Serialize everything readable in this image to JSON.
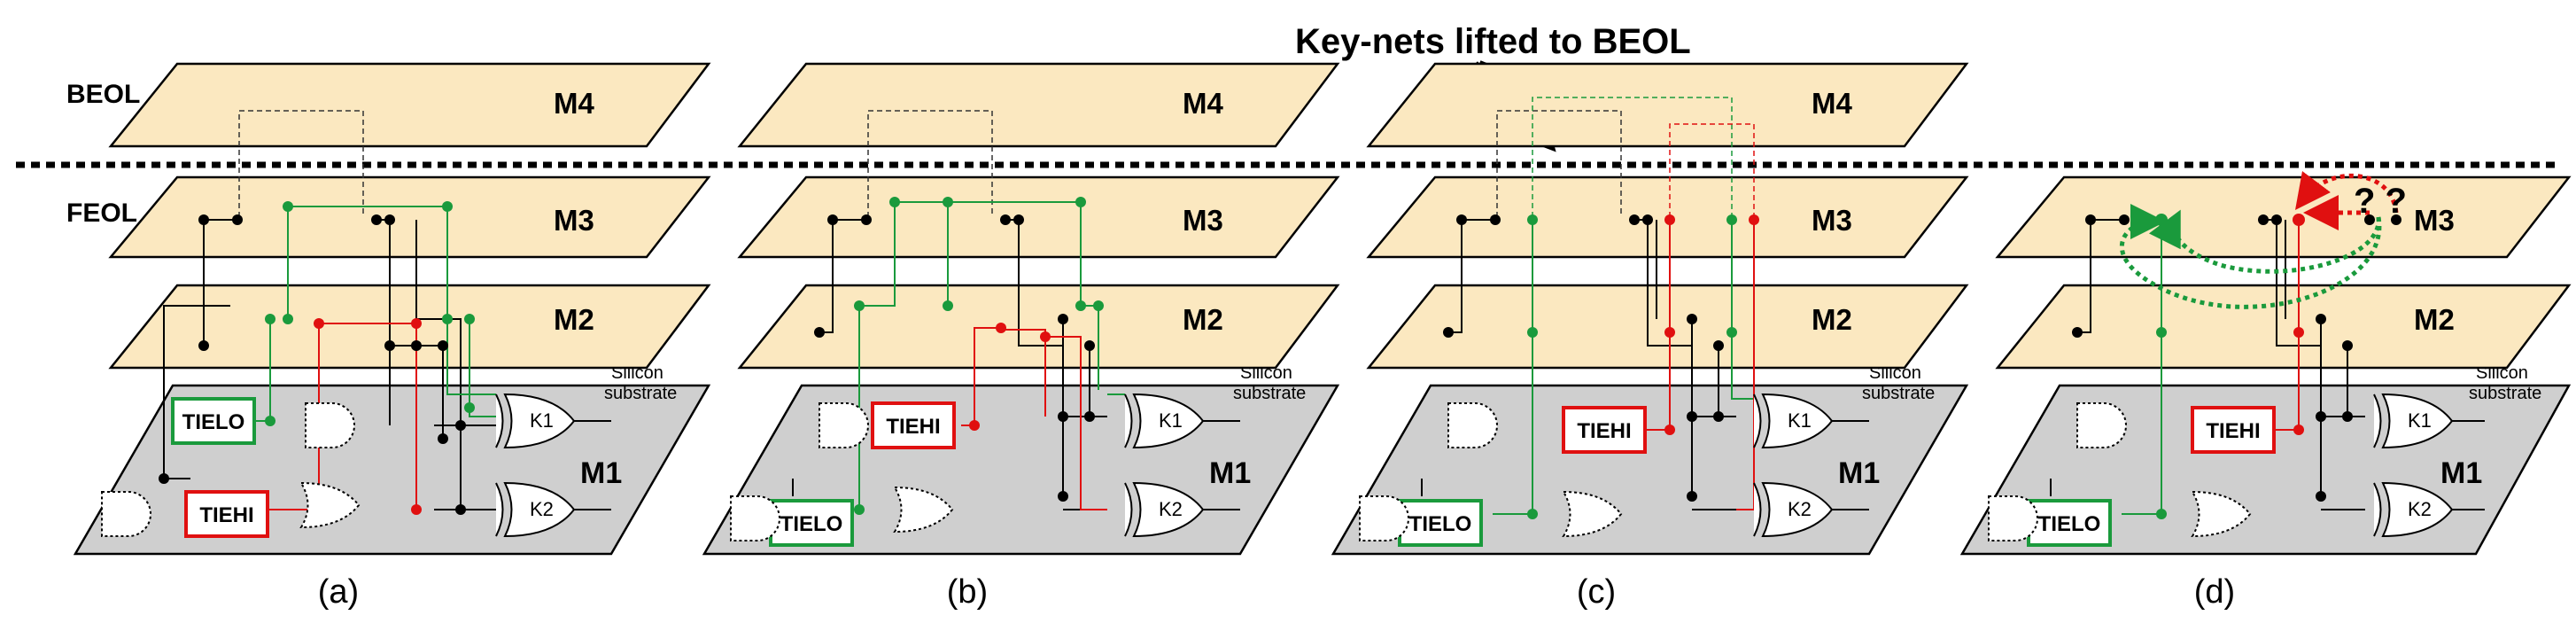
{
  "labels": {
    "beol": "BEOL",
    "feol": "FEOL",
    "silicon_substrate_line1": "Silicon",
    "silicon_substrate_line2": "substrate",
    "key_nets": "Key-nets lifted to BEOL",
    "question": "? ?"
  },
  "layers": [
    "M4",
    "M3",
    "M2",
    "M1"
  ],
  "panels": [
    {
      "caption": "(a)",
      "tie_top": "TIELO",
      "tie_top_color": "#1a9a3c",
      "tie_bottom": "TIEHI",
      "tie_bottom_color": "#e01010",
      "gates": [
        "K1",
        "K2"
      ]
    },
    {
      "caption": "(b)",
      "tie_top": "TIEHI",
      "tie_top_color": "#e01010",
      "tie_bottom": "TIELO",
      "tie_bottom_color": "#1a9a3c",
      "gates": [
        "K1",
        "K2"
      ]
    },
    {
      "caption": "(c)",
      "tie_top": "TIEHI",
      "tie_top_color": "#e01010",
      "tie_bottom": "TIELO",
      "tie_bottom_color": "#1a9a3c",
      "gates": [
        "K1",
        "K2"
      ]
    },
    {
      "caption": "(d)",
      "tie_top": "TIEHI",
      "tie_top_color": "#e01010",
      "tie_bottom": "TIELO",
      "tie_bottom_color": "#1a9a3c",
      "gates": [
        "K1",
        "K2"
      ]
    }
  ],
  "colors": {
    "metal": "#fbe8c0",
    "substrate": "#cfcfcf",
    "green": "#1a9a3c",
    "red": "#e01010"
  }
}
